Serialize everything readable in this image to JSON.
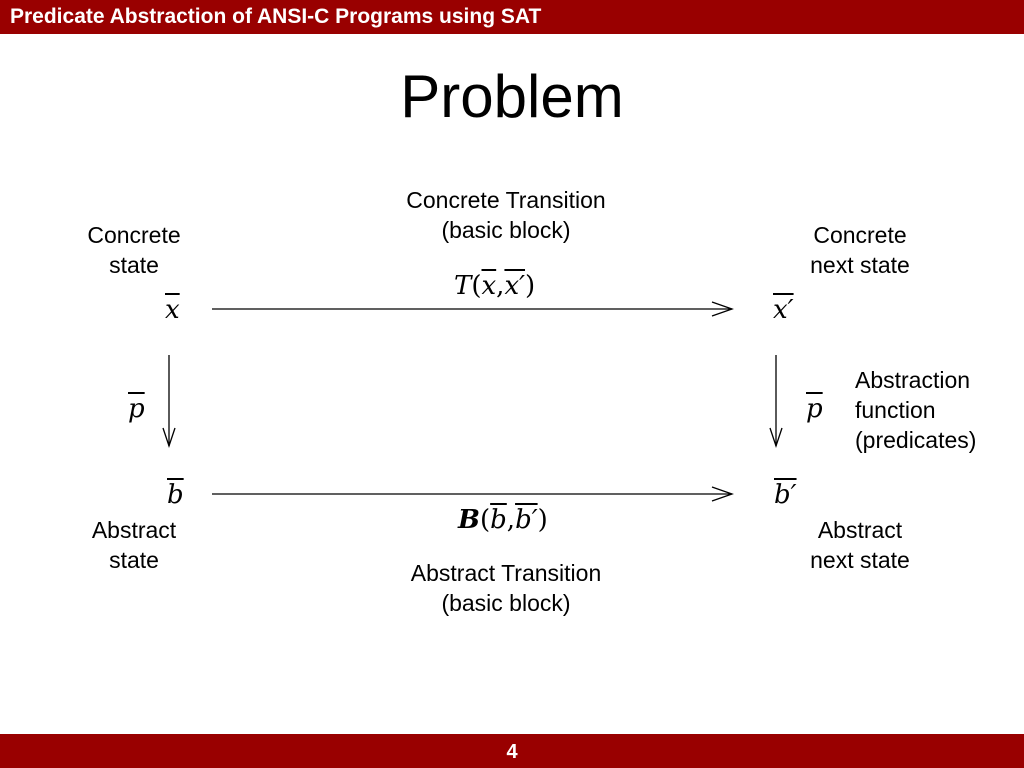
{
  "header": {
    "title": "Predicate Abstraction of ANSI-C Programs using SAT"
  },
  "slide": {
    "title": "Problem"
  },
  "diagram": {
    "concrete_transition": [
      "Concrete Transition",
      "(basic block)"
    ],
    "concrete_state": [
      "Concrete",
      "state"
    ],
    "concrete_next_state": [
      "Concrete",
      "next state"
    ],
    "abstraction_function": [
      "Abstraction",
      "function",
      "(predicates)"
    ],
    "abstract_state": [
      "Abstract",
      "state"
    ],
    "abstract_next_state": [
      "Abstract",
      "next state"
    ],
    "abstract_transition": [
      "Abstract Transition",
      "(basic block)"
    ],
    "math": {
      "x": "x",
      "x_prime": "x′",
      "p_left": "p",
      "p_right": "p",
      "b": "b",
      "b_prime": "b′",
      "T_fn": "T",
      "B_fn": "B",
      "lparen": "(",
      "comma": ",",
      "rparen": ")",
      "x_arg": "x",
      "xp_arg": "x′",
      "b_arg": "b",
      "bp_arg": "b′"
    }
  },
  "footer": {
    "page_number": "4"
  }
}
